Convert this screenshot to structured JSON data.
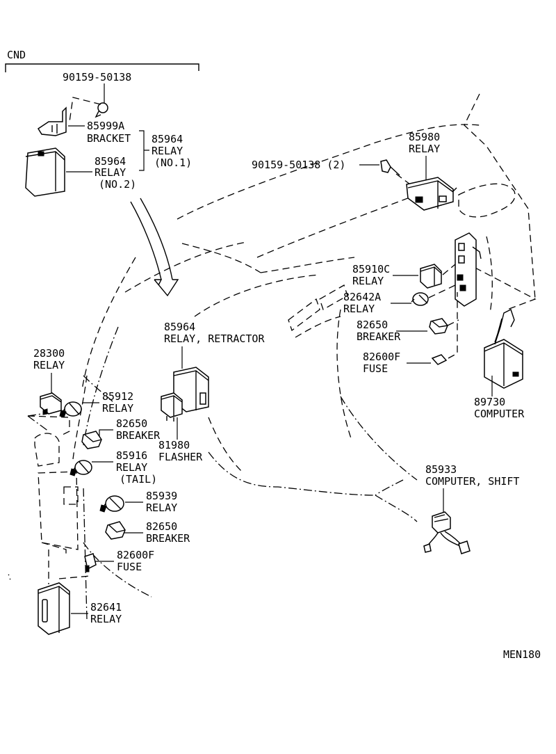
{
  "section_label": "CND",
  "drawing_code": "MEN180",
  "parts": {
    "p90159_top": {
      "number": "90159-50138"
    },
    "p85999a": {
      "number": "85999A",
      "name": "BRACKET"
    },
    "p85964_no1": {
      "number": "85964",
      "name": "RELAY",
      "note": "(NO.1)"
    },
    "p85964_no2": {
      "number": "85964",
      "name": "RELAY",
      "note": "(NO.2)"
    },
    "p90159_mid": {
      "number": "90159-50138 (2)"
    },
    "p85980": {
      "number": "85980",
      "name": "RELAY"
    },
    "p85910c": {
      "number": "85910C",
      "name": "RELAY"
    },
    "p82642a": {
      "number": "82642A",
      "name": "RELAY"
    },
    "p82650_r": {
      "number": "82650",
      "name": "BREAKER"
    },
    "p82600f_r": {
      "number": "82600F",
      "name": "FUSE"
    },
    "p89730": {
      "number": "89730",
      "name": "COMPUTER"
    },
    "p85964_ret": {
      "number": "85964",
      "name": "RELAY, RETRACTOR"
    },
    "p81980": {
      "number": "81980",
      "name": "FLASHER"
    },
    "p28300": {
      "number": "28300",
      "name": "RELAY"
    },
    "p85912": {
      "number": "85912",
      "name": "RELAY"
    },
    "p82650_l1": {
      "number": "82650",
      "name": "BREAKER"
    },
    "p85916": {
      "number": "85916",
      "name": "RELAY",
      "note": "(TAIL)"
    },
    "p85939": {
      "number": "85939",
      "name": "RELAY"
    },
    "p82650_l2": {
      "number": "82650",
      "name": "BREAKER"
    },
    "p82600f_l": {
      "number": "82600F",
      "name": "FUSE"
    },
    "p82641": {
      "number": "82641",
      "name": "RELAY"
    },
    "p85933": {
      "number": "85933",
      "name": "COMPUTER, SHIFT"
    }
  }
}
